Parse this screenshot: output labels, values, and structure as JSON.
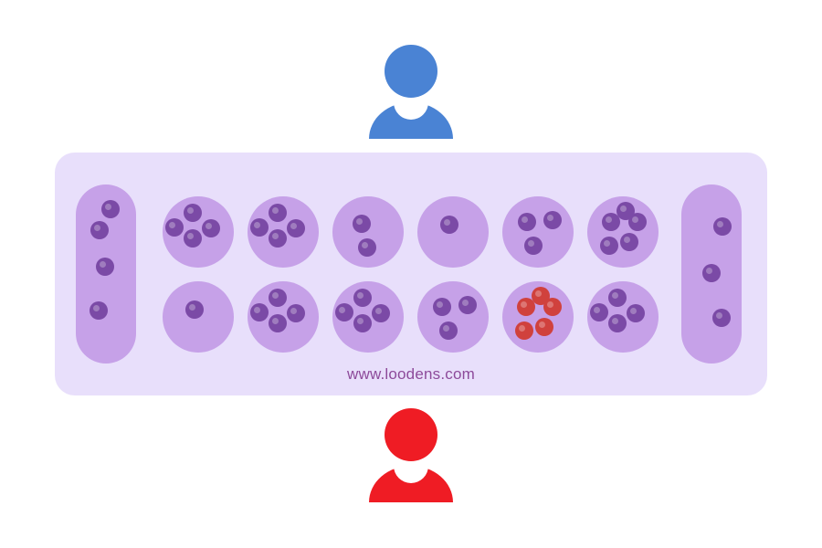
{
  "board": {
    "watermark": "www.loodens.com",
    "colors": {
      "board_bg": "#e8dffb",
      "pit": "#c6a1e8",
      "seed": "#7b4aa6",
      "seed_selected": "#d0413d",
      "watermark": "#8d4a9a",
      "top_player": "#4a83d4",
      "bottom_player": "#ef1c24"
    },
    "left_store_seeds": 4,
    "right_store_seeds": 3,
    "top_row_seeds": [
      4,
      4,
      2,
      1,
      3,
      5
    ],
    "bottom_row_seeds": [
      1,
      4,
      4,
      3,
      5,
      4
    ],
    "selected_pit": {
      "row": "bottom",
      "index": 4
    }
  },
  "players": {
    "top": {
      "icon": "user-icon"
    },
    "bottom": {
      "icon": "user-icon"
    }
  }
}
